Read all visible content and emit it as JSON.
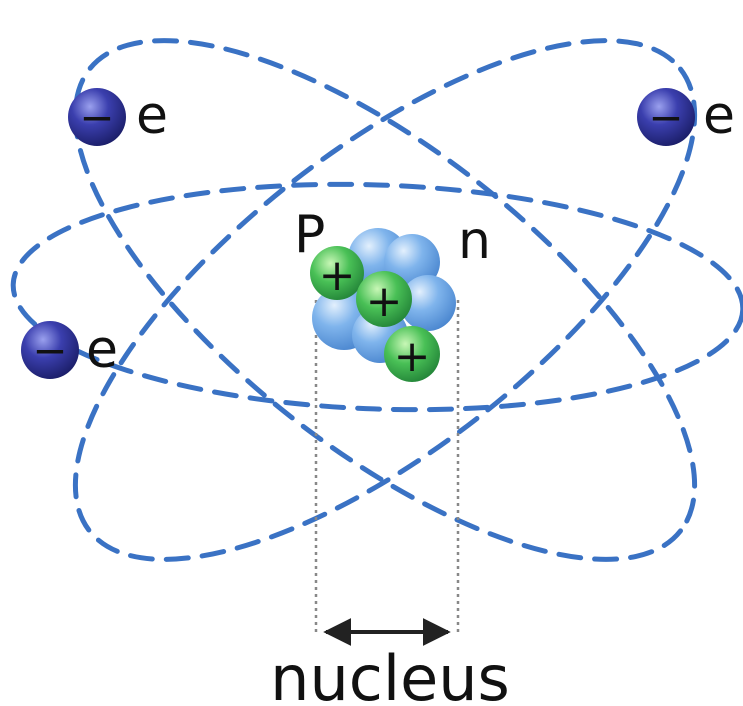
{
  "labels": {
    "electron": "e",
    "proton": "P",
    "neutron": "n",
    "nucleus": "nucleus"
  },
  "signs": {
    "negative": "−",
    "positive": "+"
  },
  "colors": {
    "orbit": "#3a72c4",
    "electron_fill": "#2b2f8f",
    "electron_highlight": "#8c8fe0",
    "proton_fill": "#3db34a",
    "proton_highlight": "#b6f0a5",
    "neutron_fill": "#6aa5e6",
    "neutron_highlight": "#d6e9fb",
    "text": "#111111",
    "guide_line": "#888888"
  },
  "icons": {
    "electron": "electron-sphere-icon",
    "proton": "proton-sphere-icon",
    "neutron": "neutron-sphere-icon",
    "arrow": "double-headed-arrow-icon"
  }
}
